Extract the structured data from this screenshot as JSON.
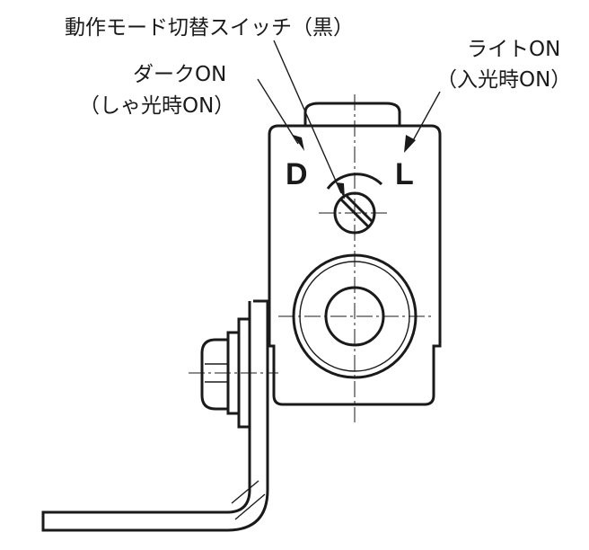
{
  "labels": {
    "mode_switch": "動作モード切替スイッチ（黒）",
    "dark_on": "ダークON",
    "dark_on_sub": "（しゃ光時ON）",
    "light_on": "ライトON",
    "light_on_sub": "（入光時ON）",
    "marking_d": "D",
    "marking_l": "L"
  },
  "colors": {
    "line": "#1a1a1a",
    "background": "#ffffff"
  }
}
